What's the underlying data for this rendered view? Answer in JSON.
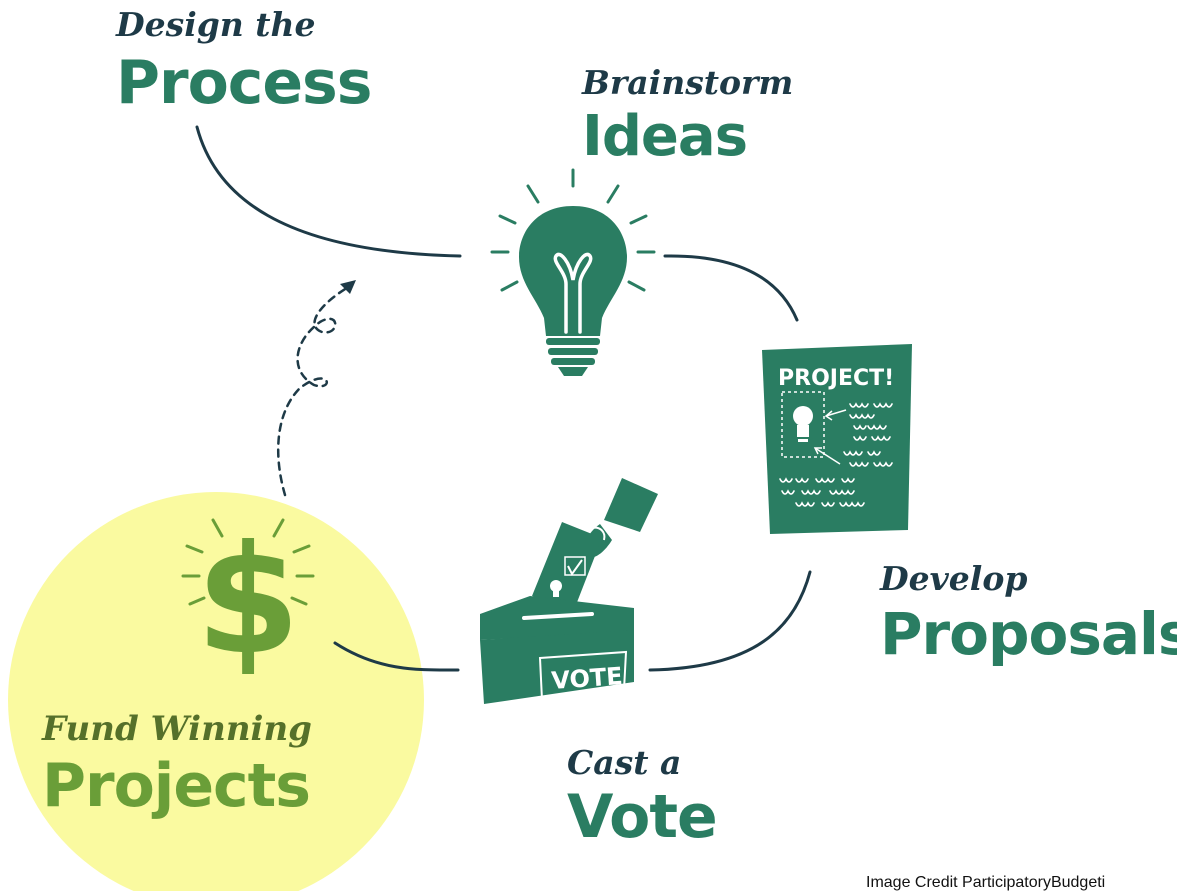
{
  "stages": {
    "design": {
      "sub": "Design the",
      "main": "Process"
    },
    "brainstorm": {
      "sub": "Brainstorm",
      "main": "Ideas"
    },
    "develop": {
      "sub": "Develop",
      "main": "Proposals"
    },
    "vote": {
      "sub": "Cast a",
      "main": "Vote"
    },
    "fund": {
      "sub": "Fund Winning",
      "main": "Projects",
      "highlighted": true
    }
  },
  "icons": {
    "brainstorm": "lightbulb-icon",
    "develop": "project-poster-icon",
    "vote": "ballot-box-icon",
    "fund": "dollar-sign-icon"
  },
  "poster": {
    "title": "PROJECT!"
  },
  "ballot_box": {
    "label": "VOTE"
  },
  "fund_icon": {
    "symbol": "$"
  },
  "credit": "Image Credit ParticipatoryBudgeti",
  "colors": {
    "accent": "#2a7d62",
    "dark": "#1e3a47",
    "highlight": "#fafaa0",
    "fund_green": "#6a9e38"
  }
}
